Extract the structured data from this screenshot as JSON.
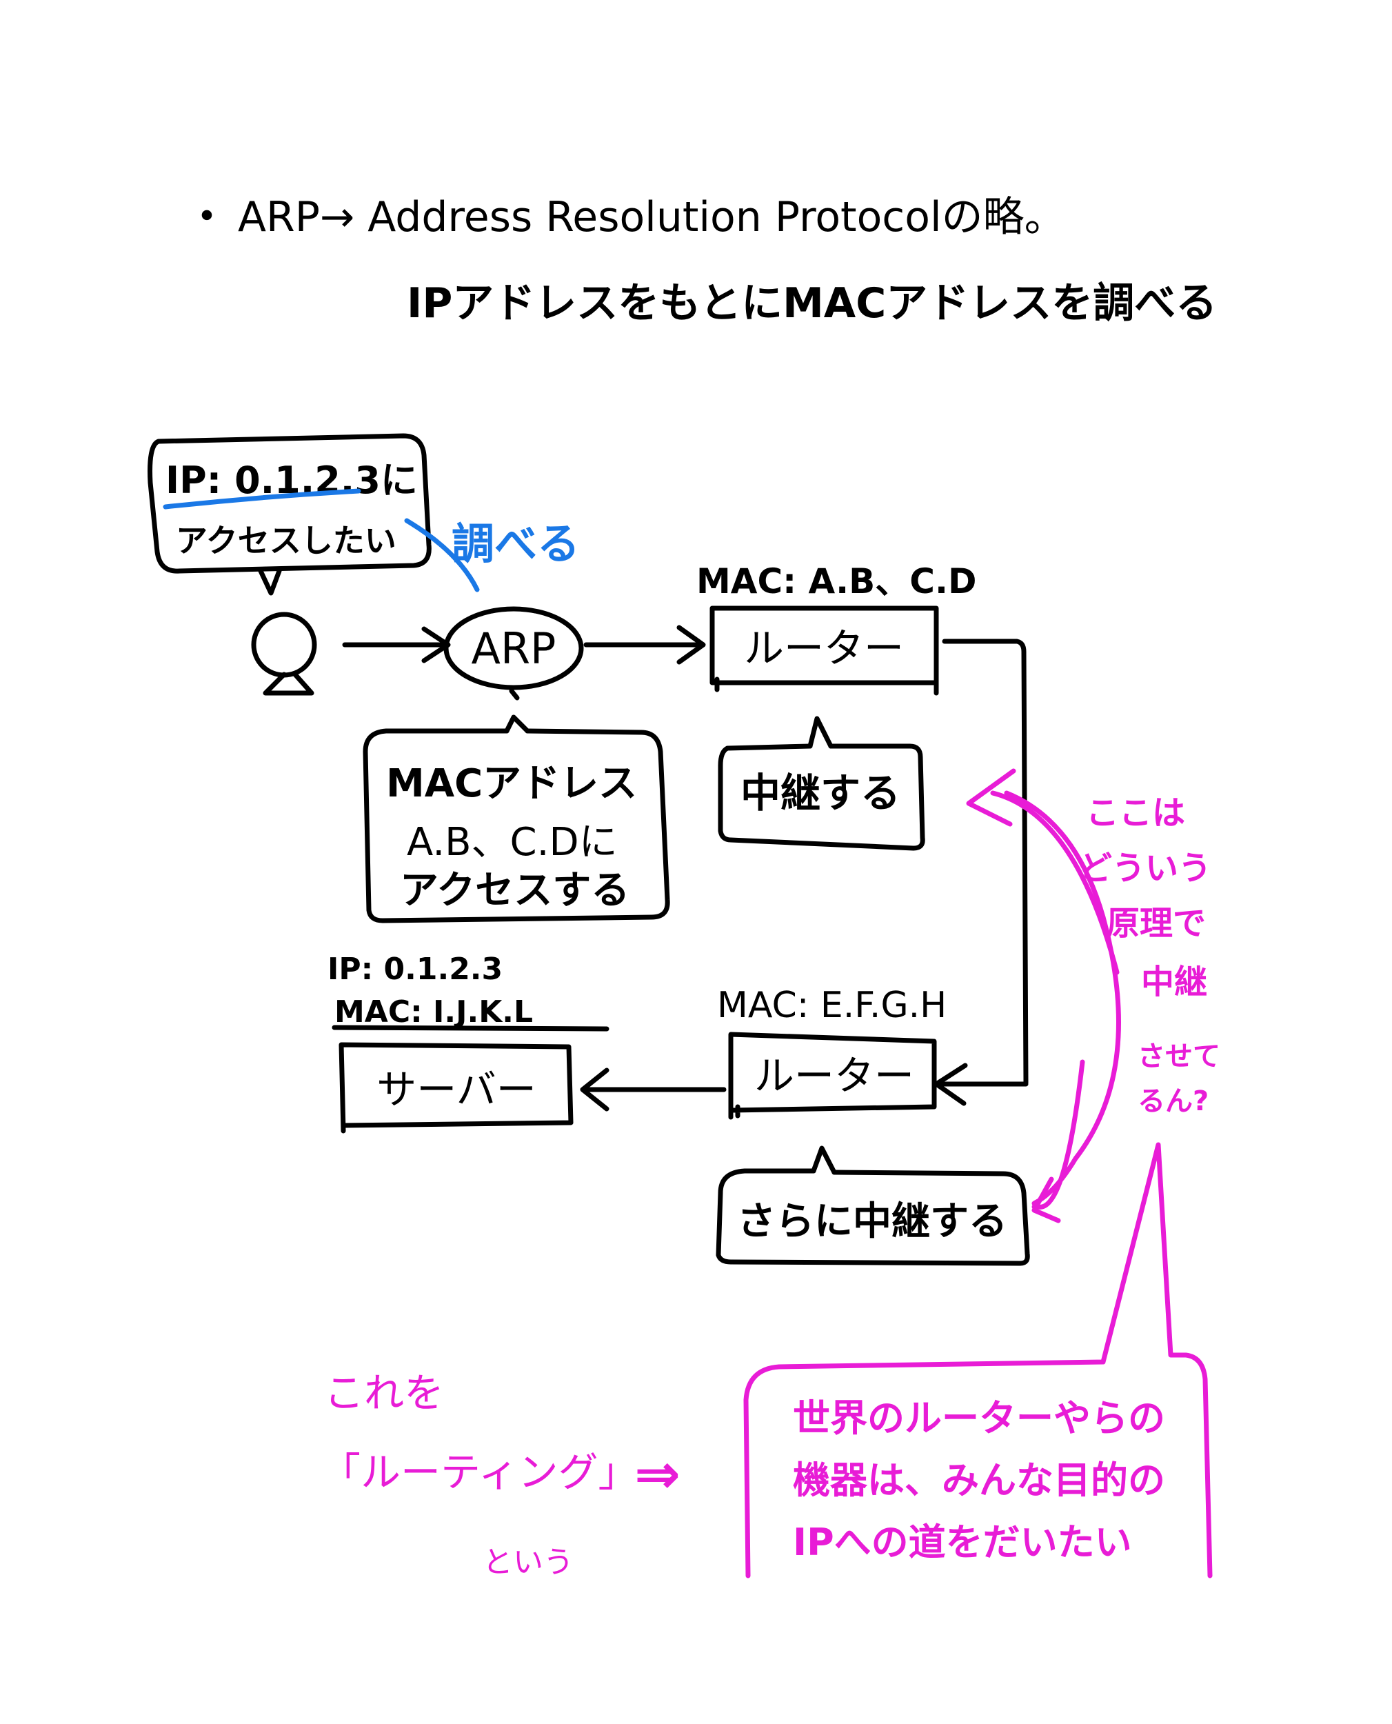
{
  "title": {
    "bullet": "・",
    "line1": "ARP→ Address Resolution Protocolの略。",
    "line2": "IPアドレスをもとにMACアドレスを調べる"
  },
  "diagram": {
    "client_bubble": {
      "line1": "IP: 0.1.2.3に",
      "line2": "アクセスしたい"
    },
    "investigate_label": "調べる",
    "arp_node": "ARP",
    "mac_bubble": {
      "line1": "MACアドレス",
      "line2": "A.B、C.Dに",
      "line3": "アクセスする"
    },
    "router1": {
      "mac": "MAC: A.B、C.D",
      "label": "ルーター"
    },
    "relay1": "中継する",
    "router2": {
      "mac": "MAC: E.F.G.H",
      "label": "ルーター"
    },
    "relay2": "さらに中継する",
    "server": {
      "ip": "IP: 0.1.2.3",
      "mac": "MAC: I.J.K.L",
      "label": "サーバー"
    }
  },
  "notes": {
    "question": {
      "line1": "ここは",
      "line2": "どういう",
      "line3": "原理で",
      "line4": "中継",
      "line5": "させて",
      "line6": "るん?"
    },
    "routing": {
      "line1": "これを",
      "line2": "「ルーティング」",
      "line3": "という",
      "arrow": "⇒"
    },
    "explanation": {
      "line1": "世界のルーターやらの",
      "line2": "機器は、みんな目的の",
      "line3": "IPへの道をだいたい"
    }
  },
  "colors": {
    "ink": "#000000",
    "blue": "#1a78e6",
    "magenta": "#e81cd6",
    "paper": "#ffffff"
  }
}
